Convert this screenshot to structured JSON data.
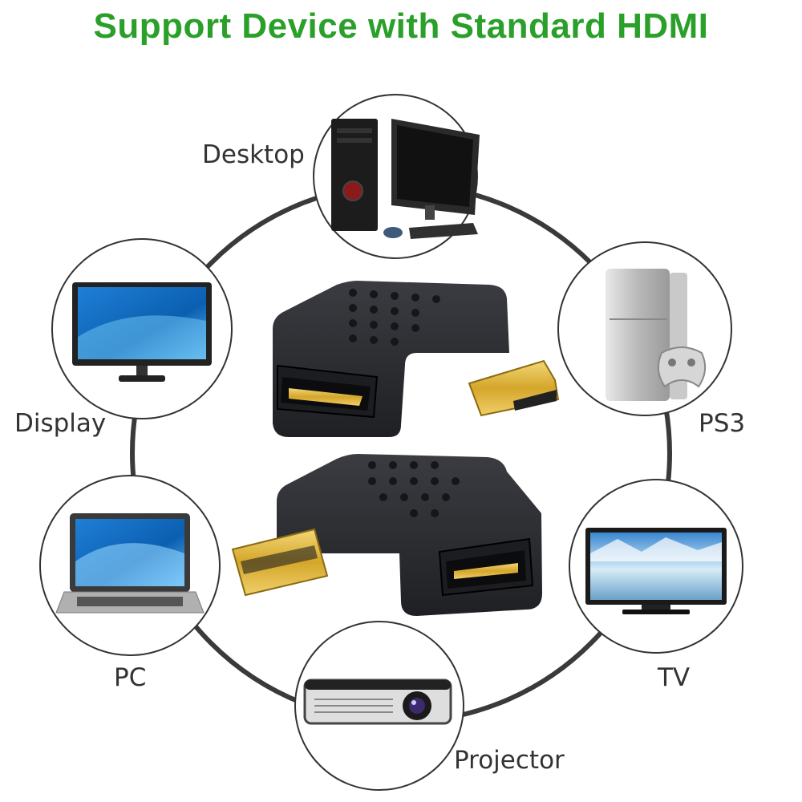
{
  "headline": "Support Device with Standard HDMI",
  "colors": {
    "headline": "#2aa02a",
    "ring": "#3a3a3a",
    "adapter": "#2b2c30",
    "gold": "#d9b33c"
  },
  "devices": [
    {
      "label": "Desktop",
      "icon": "desktop-computer-icon"
    },
    {
      "label": "PS3",
      "icon": "ps3-console-icon"
    },
    {
      "label": "TV",
      "icon": "tv-icon"
    },
    {
      "label": "Projector",
      "icon": "projector-icon"
    },
    {
      "label": "PC",
      "icon": "laptop-icon"
    },
    {
      "label": "Display",
      "icon": "monitor-icon"
    }
  ],
  "product": {
    "name": "hdmi-right-angle-adapters",
    "count": 2
  }
}
